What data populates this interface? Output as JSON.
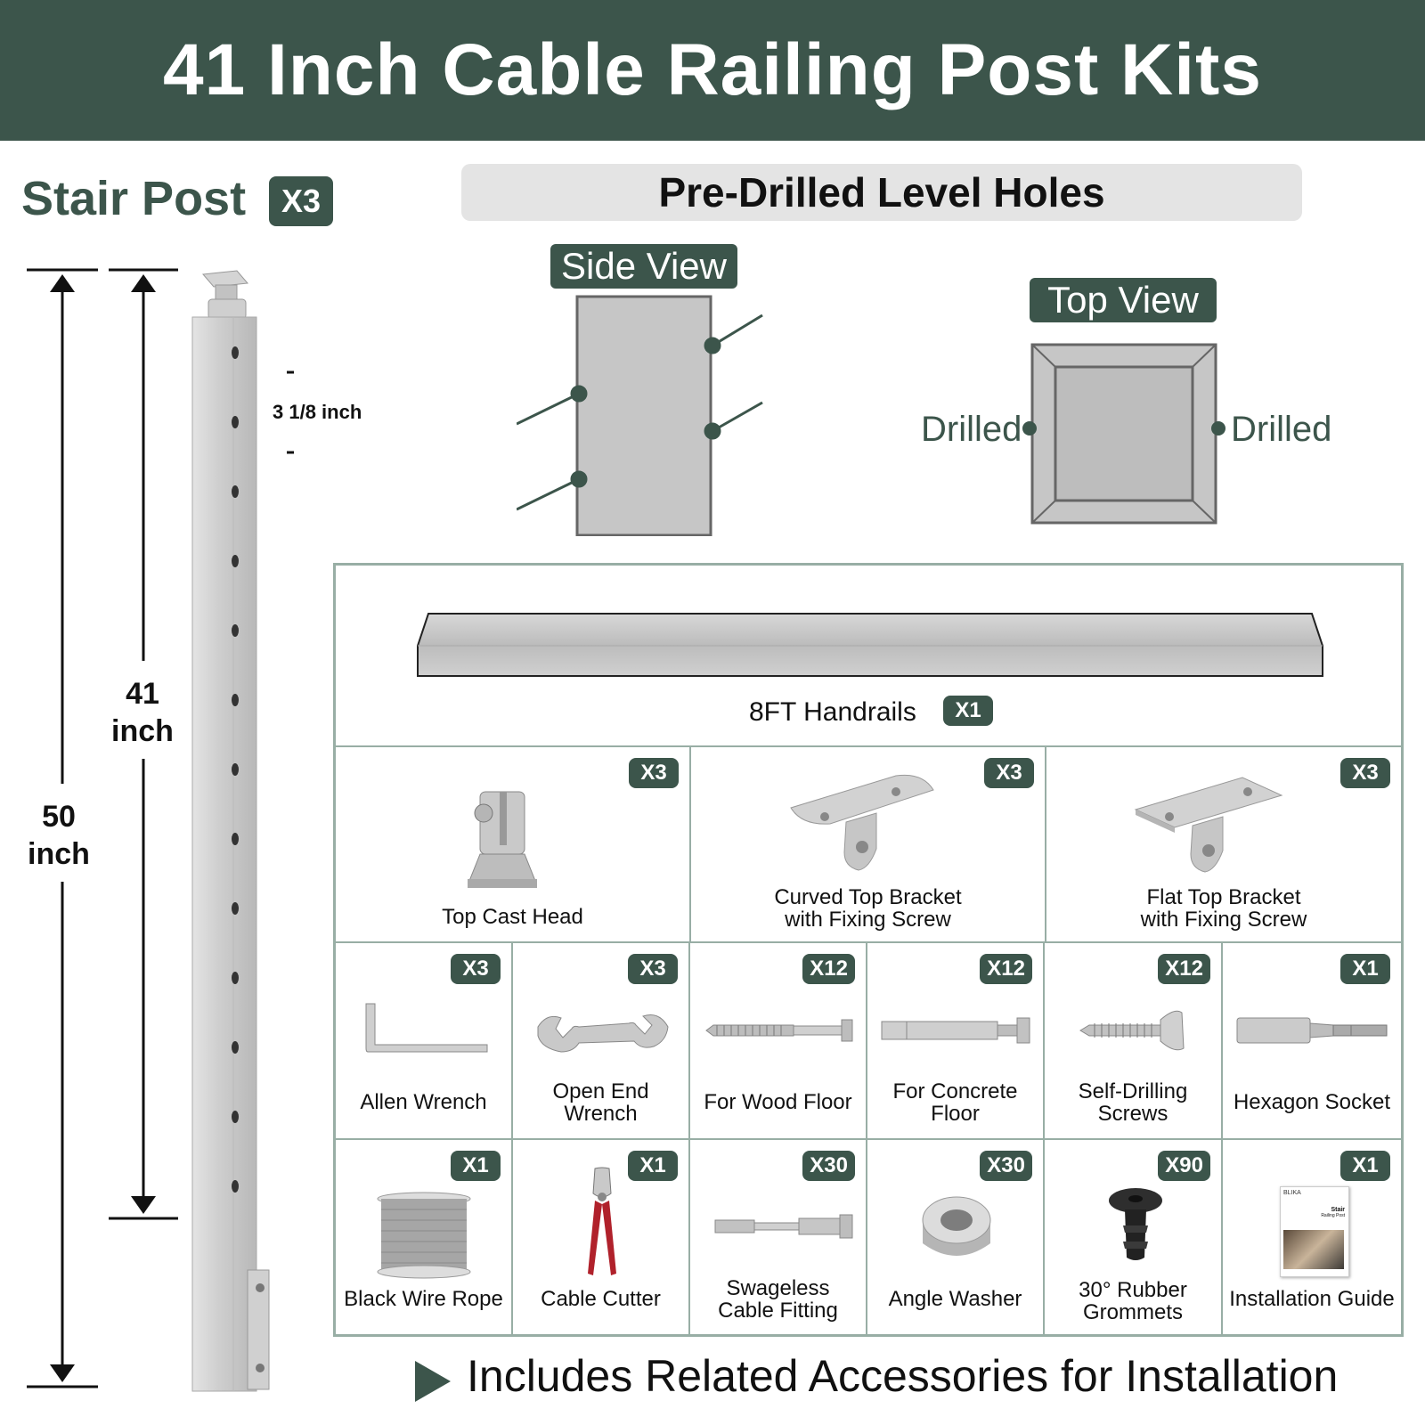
{
  "header": {
    "title": "41 Inch Cable Railing Post Kits"
  },
  "stair_post": {
    "title": "Stair Post",
    "qty": "X3"
  },
  "holes": {
    "title": "Pre-Drilled Level Holes",
    "side_view": "Side View",
    "top_view": "Top View",
    "drilled_left": "Drilled",
    "drilled_right": "Drilled"
  },
  "dimensions": {
    "total_value": "50",
    "total_unit": "inch",
    "post_value": "41",
    "post_unit": "inch",
    "spacing": "3 1/8 inch"
  },
  "handrail": {
    "label": "8FT Handrails",
    "qty": "X1"
  },
  "row1": [
    {
      "label": "Top Cast Head",
      "qty": "X3"
    },
    {
      "label": "Curved Top Bracket\nwith Fixing Screw",
      "line1": "Curved Top Bracket",
      "line2": "with Fixing Screw",
      "qty": "X3"
    },
    {
      "label": "Flat Top Bracket\nwith Fixing Screw",
      "line1": "Flat Top Bracket",
      "line2": "with Fixing Screw",
      "qty": "X3"
    }
  ],
  "row2": [
    {
      "line1": "Allen Wrench",
      "line2": "",
      "qty": "X3",
      "icon": "allen-wrench-icon"
    },
    {
      "line1": "Open End",
      "line2": "Wrench",
      "qty": "X3",
      "icon": "open-end-wrench-icon"
    },
    {
      "line1": "For Wood Floor",
      "line2": "",
      "qty": "X12",
      "icon": "lag-screw-icon"
    },
    {
      "line1": "For Concrete",
      "line2": "Floor",
      "qty": "X12",
      "icon": "anchor-bolt-icon"
    },
    {
      "line1": "Self-Drilling",
      "line2": "Screws",
      "qty": "X12",
      "icon": "self-drilling-screw-icon"
    },
    {
      "line1": "Hexagon Socket",
      "line2": "",
      "qty": "X1",
      "icon": "hex-socket-icon"
    }
  ],
  "row3": [
    {
      "line1": "Black Wire Rope",
      "line2": "",
      "qty": "X1",
      "icon": "wire-rope-spool-icon"
    },
    {
      "line1": "Cable Cutter",
      "line2": "",
      "qty": "X1",
      "icon": "cable-cutter-icon"
    },
    {
      "line1": "Swageless",
      "line2": "Cable Fitting",
      "qty": "X30",
      "icon": "cable-fitting-icon"
    },
    {
      "line1": "Angle Washer",
      "line2": "",
      "qty": "X30",
      "icon": "angle-washer-icon"
    },
    {
      "line1": "30° Rubber",
      "line2": "Grommets",
      "qty": "X90",
      "icon": "rubber-grommet-icon"
    },
    {
      "line1": "Installation Guide",
      "line2": "",
      "qty": "X1",
      "icon": "installation-guide-icon"
    }
  ],
  "guide": {
    "brand": "BLIKA",
    "title_line1": "Stair",
    "title_line2": "Railing Post"
  },
  "footer": {
    "text": "Includes Related Accessories for Installation"
  },
  "colors": {
    "brand": "#3c554b",
    "border": "#98aea5",
    "metal": "#c8c8c8"
  }
}
